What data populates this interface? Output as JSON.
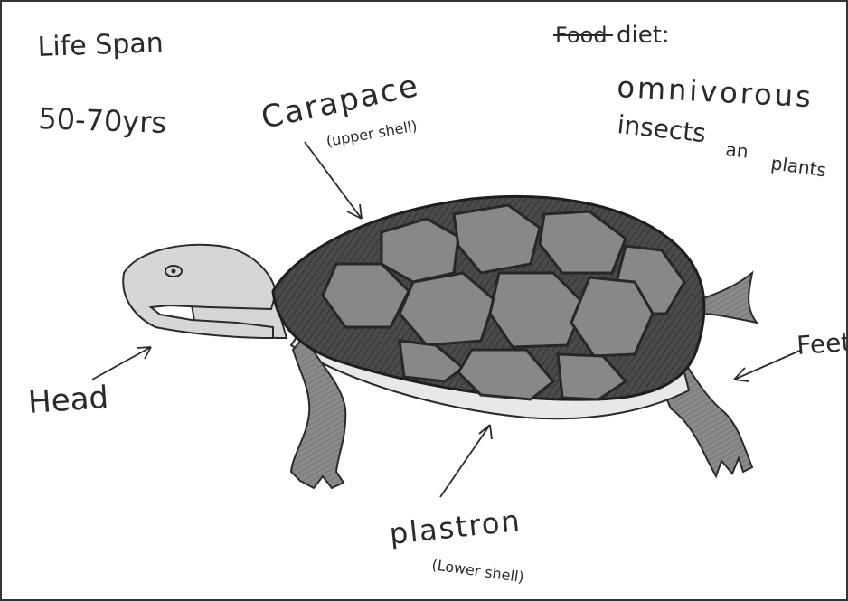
{
  "labels": {
    "life_span_title": "Life Span",
    "life_span_value": "50-70yrs",
    "food_struck": "Food",
    "diet_title": "diet:",
    "diet_type": "omnivorous",
    "diet_detail_1": "insects",
    "diet_detail_2": "an",
    "diet_detail_3": "plants",
    "carapace": "Carapace",
    "carapace_note": "(upper shell)",
    "head": "Head",
    "feet": "Feet",
    "plastron": "plastron",
    "plastron_note": "(Lower shell)"
  },
  "colors": {
    "ink": "#2a2a2a",
    "shell_dark": "#3a3a3a",
    "shell_light": "#7a7a7a",
    "skin": "#9a9a9a",
    "skin_light": "#d6d6d6",
    "plastron_fill": "#e8e8e8"
  }
}
